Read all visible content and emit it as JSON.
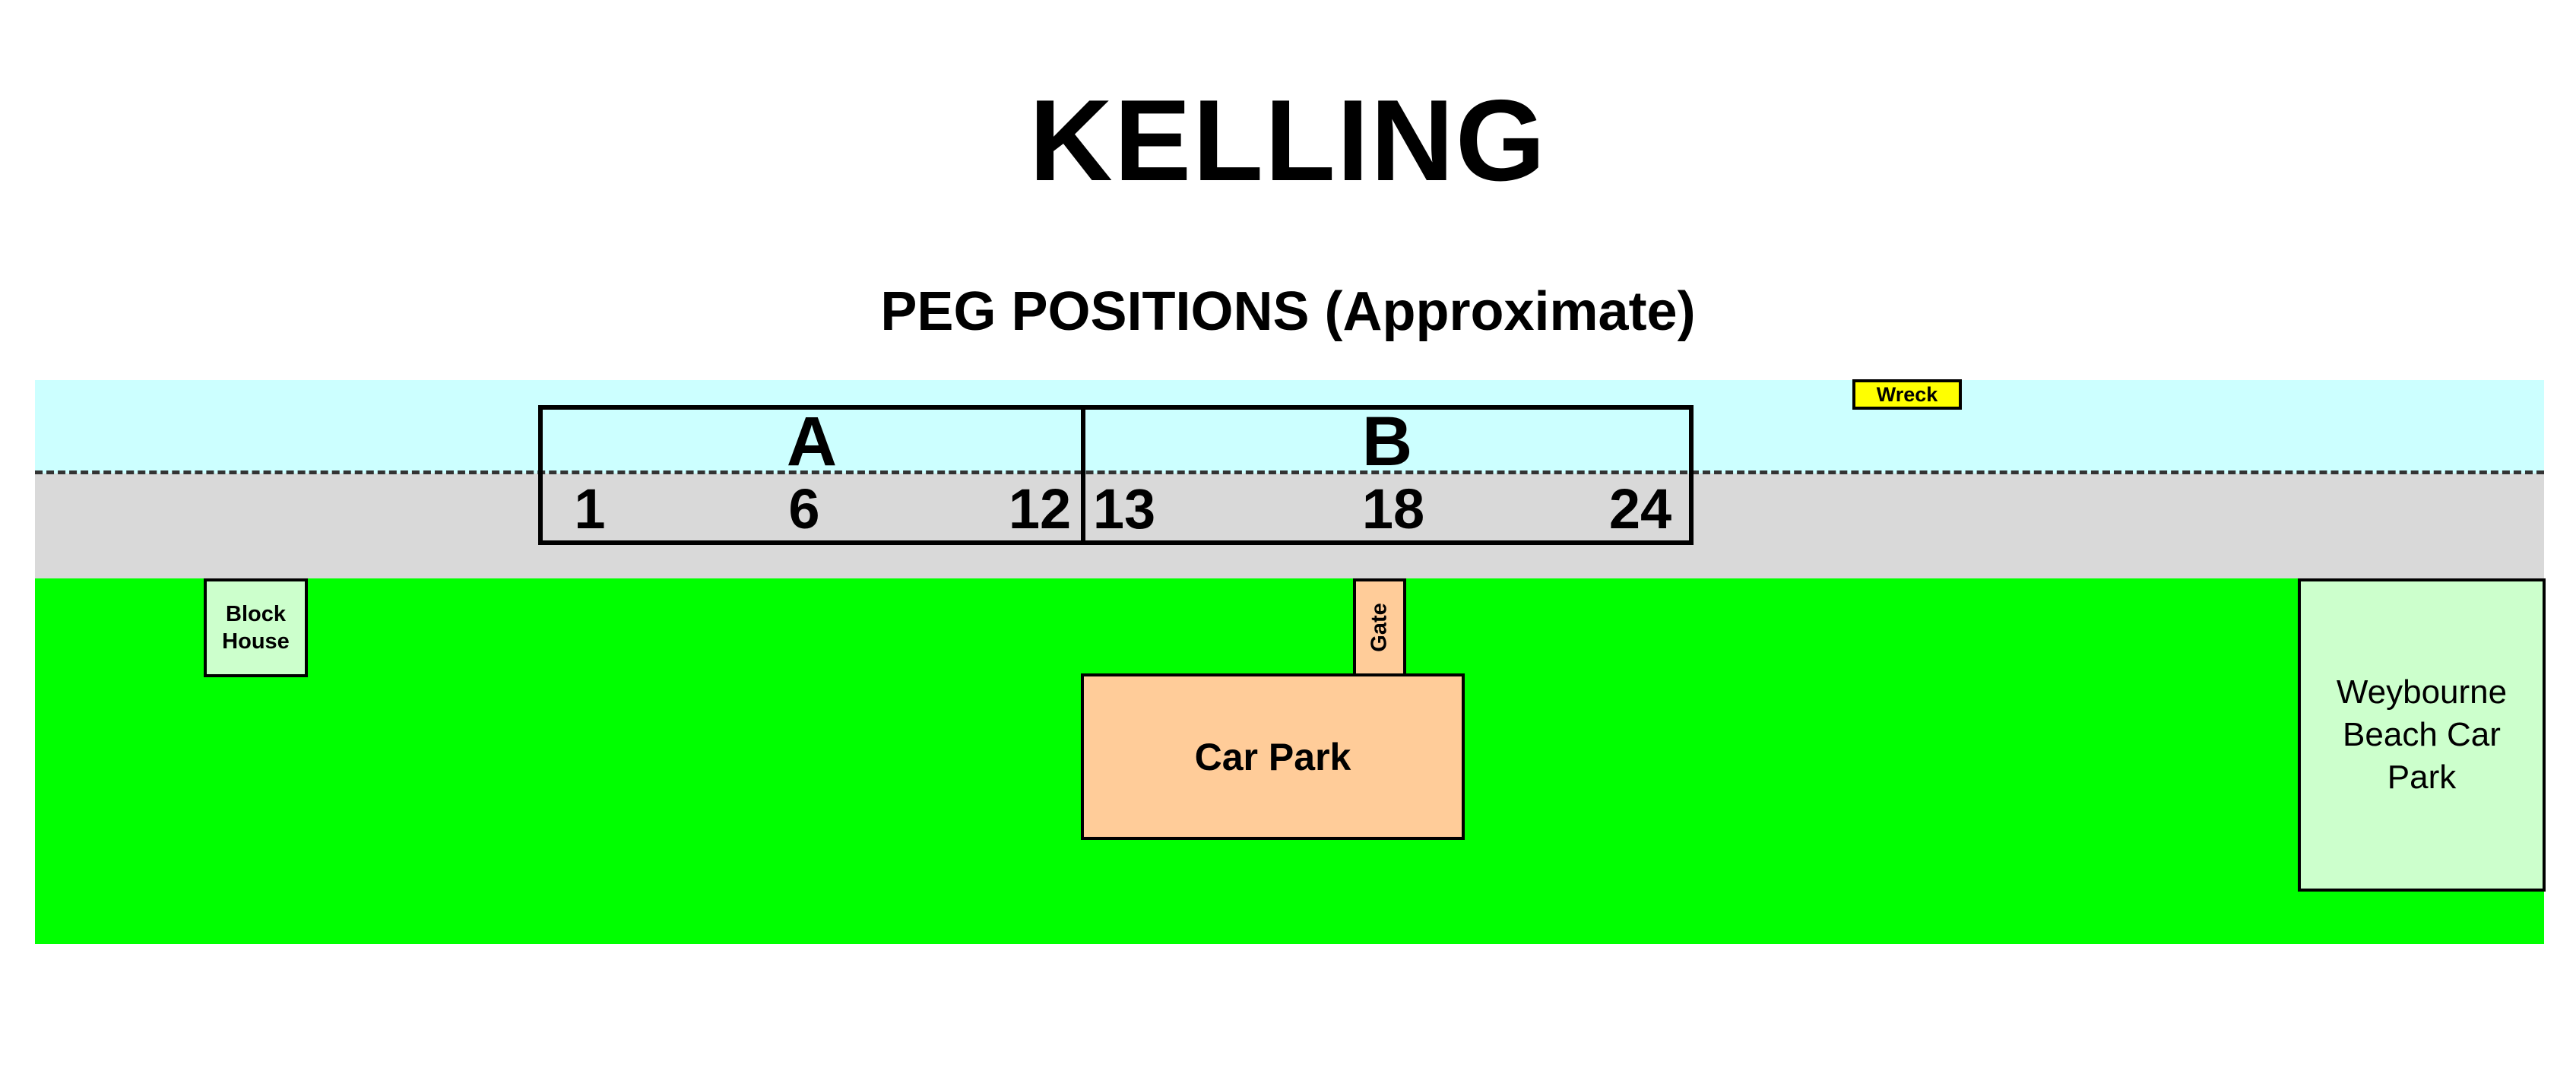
{
  "title": "KELLING",
  "subtitle": "PEG POSITIONS (Approximate)",
  "colors": {
    "sea": "#ccffff",
    "beach": "#d9d9d9",
    "land": "#00ff00",
    "car_park": "#ffcc99",
    "wreck": "#ffff00",
    "light_green_box": "#ccffcc"
  },
  "sections": [
    {
      "label": "A",
      "pegs": [
        "1",
        "6",
        "12"
      ]
    },
    {
      "label": "B",
      "pegs": [
        "13",
        "18",
        "24"
      ]
    }
  ],
  "features": {
    "wreck": "Wreck",
    "block_house": "Block House",
    "gate": "Gate",
    "car_park": "Car Park",
    "weybourne": "Weybourne Beach Car Park"
  }
}
